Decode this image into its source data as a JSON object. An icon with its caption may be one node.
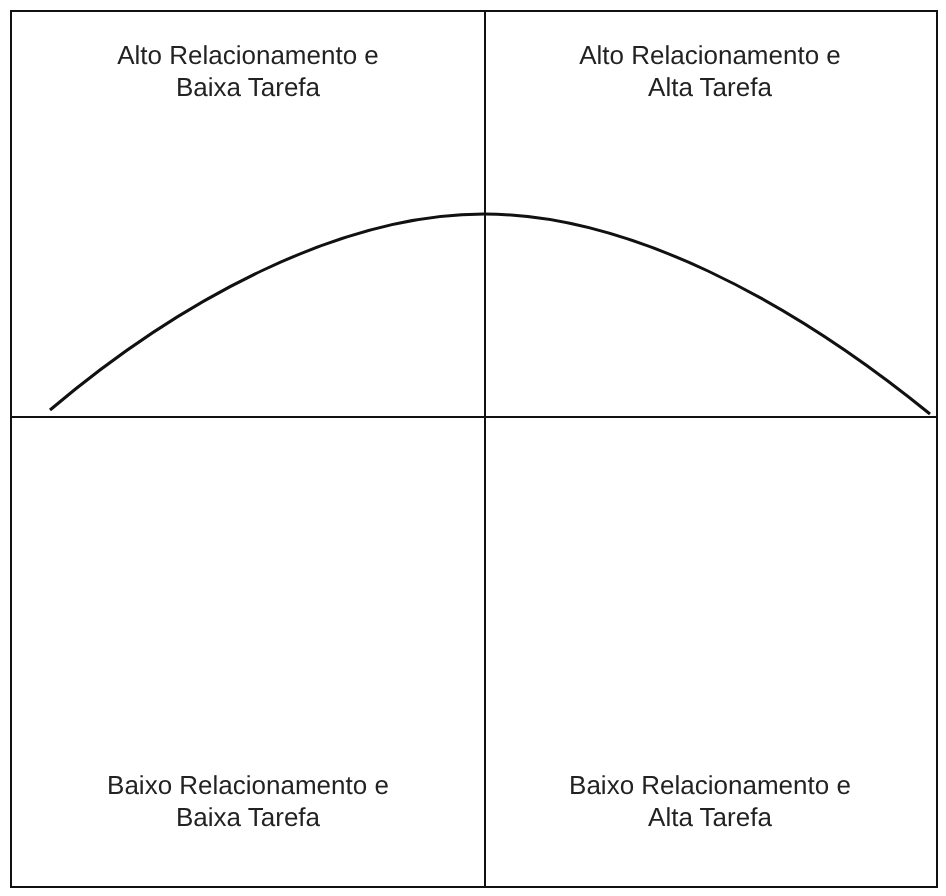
{
  "diagram": {
    "nodes": [
      {
        "text": [
          "Alto Relacionamento e Baixa Tarefa"
        ]
      },
      {
        "text": [
          "Alto Relacionamento e Alta Tarefa"
        ]
      },
      {
        "text": [
          "Baixo Relacionamento e Baixa Tarefa"
        ]
      },
      {
        "text": [
          "Baixo Relacionamento e Alta Tarefa"
        ]
      }
    ]
  }
}
